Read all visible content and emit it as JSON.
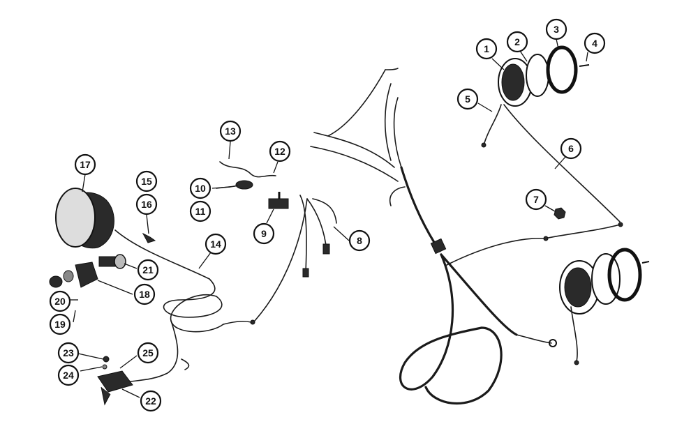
{
  "callouts": [
    {
      "id": "1",
      "label": "1"
    },
    {
      "id": "2",
      "label": "2"
    },
    {
      "id": "3",
      "label": "3"
    },
    {
      "id": "4",
      "label": "4"
    },
    {
      "id": "5",
      "label": "5"
    },
    {
      "id": "6",
      "label": "6"
    },
    {
      "id": "7",
      "label": "7"
    },
    {
      "id": "8",
      "label": "8"
    },
    {
      "id": "9",
      "label": "9"
    },
    {
      "id": "10",
      "label": "10"
    },
    {
      "id": "11",
      "label": "11"
    },
    {
      "id": "12",
      "label": "12"
    },
    {
      "id": "13",
      "label": "13"
    },
    {
      "id": "14",
      "label": "14"
    },
    {
      "id": "15",
      "label": "15"
    },
    {
      "id": "16",
      "label": "16"
    },
    {
      "id": "17",
      "label": "17"
    },
    {
      "id": "18",
      "label": "18"
    },
    {
      "id": "19",
      "label": "19"
    },
    {
      "id": "20",
      "label": "20"
    },
    {
      "id": "21",
      "label": "21"
    },
    {
      "id": "22",
      "label": "22"
    },
    {
      "id": "23",
      "label": "23"
    },
    {
      "id": "24",
      "label": "24"
    },
    {
      "id": "25",
      "label": "25"
    }
  ],
  "colors": {
    "ink": "#111111",
    "background": "#ffffff"
  }
}
